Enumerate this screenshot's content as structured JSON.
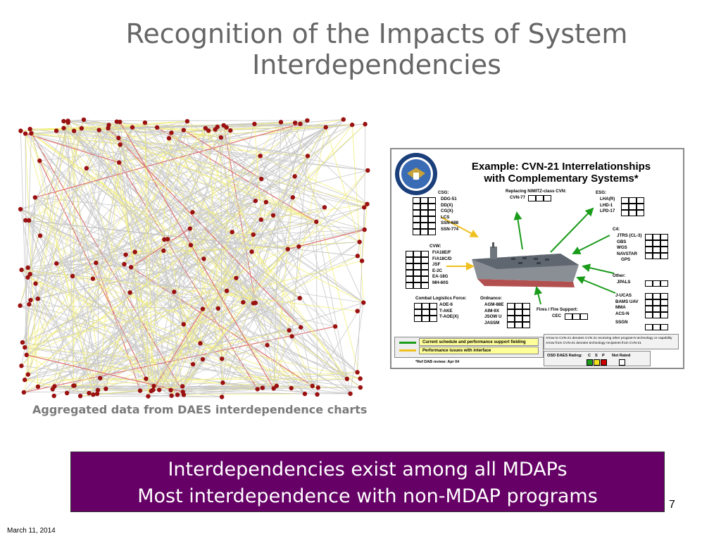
{
  "slide": {
    "title_line1": "Recognition of the Impacts of System",
    "title_line2": "Interdependencies",
    "network_caption": "Aggregated data from DAES interdependence charts",
    "banner_line1": "Interdependencies exist among all MDAPs",
    "banner_line2": "Most interdependence with non-MDAP programs",
    "page_number": "7",
    "date": "March 11, 2014"
  },
  "example": {
    "title_line1": "Example:  CVN-21 Interrelationships",
    "title_line2": "with Complementary Systems*",
    "groups": {
      "csg": {
        "label": "CSG:",
        "items": [
          "DDG-51",
          "DD(X)",
          "CG(X)",
          "LCS",
          "SSN-688",
          "SSN-774"
        ]
      },
      "replacing": {
        "label": "Replacing NIMITZ-class CVN:",
        "items": [
          "CVN-77"
        ]
      },
      "esg": {
        "label": "ESG:",
        "items": [
          "LHA(R)",
          "LHD-1",
          "LPD-17"
        ]
      },
      "c4": {
        "label": "C4:",
        "items": [
          "JTRS (CL-3)",
          "GBS",
          "WGS",
          "NAVSTAR",
          "GPS"
        ]
      },
      "cvw": {
        "label": "CVW:",
        "items": [
          "F/A18E/F",
          "F/A18C/D",
          "JSF",
          "E-2C",
          "EA-18G",
          "MH-60S"
        ]
      },
      "other": {
        "label": "Other:",
        "items": [
          "JPALS"
        ]
      },
      "clf": {
        "label": "Combat Logistics Force:",
        "items": [
          "AOE-6",
          "T-AKE",
          "T-AOE(X)"
        ]
      },
      "ordnance": {
        "label": "Ordnance:",
        "items": [
          "AGM-88E",
          "AIM-9X",
          "JSOW U",
          "JASSM"
        ]
      },
      "fires": {
        "label": "Fires / Fire Support:",
        "items": [
          "CEC"
        ]
      },
      "misc": {
        "items": [
          "J-UCAS",
          "BAMS UAV",
          "MMA",
          "ACS-N",
          "SSGN"
        ]
      }
    },
    "legend": {
      "green_label": "Current schedule and performance support fielding",
      "yellow_label": "Performance issues with interface",
      "green_color": "#1a9b1a",
      "yellow_color": "#f0c020"
    },
    "notes": {
      "line1": "Arrow to CVN-21 denotes CVN 21 receiving other program's technology or capability",
      "line2": "Arrow from CVN-21 denotes technology recipients from CVN-21"
    },
    "rating": {
      "label": "OSD DAES Rating:",
      "c": "C",
      "s": "S",
      "p": "P",
      "not_rated": "Not Rated",
      "colors": {
        "c": "#1a9b1a",
        "s": "#f0e020",
        "p": "#cc0000"
      }
    },
    "footnote": "*Ref DAB review: Apr 04"
  },
  "colors": {
    "title": "#666666",
    "banner_bg": "#660066",
    "caption": "#7a7a7a",
    "node": "#9b1010",
    "edge_gray": "#c8c8c8",
    "edge_yellow": "#f2ee7a",
    "edge_red": "#e07070"
  }
}
